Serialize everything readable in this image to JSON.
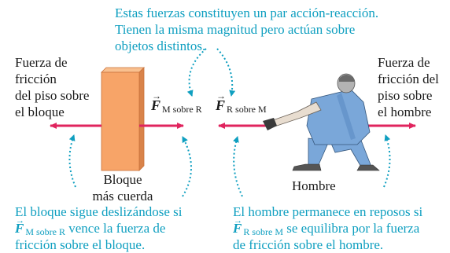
{
  "top_note": {
    "line1": "Estas fuerzas constituyen un par acción-reacción.",
    "line2": "Tienen la misma magnitud pero actúan sobre",
    "line3": "objetos distintos."
  },
  "left_friction": {
    "line1": "Fuerza de",
    "line2": "fricción",
    "line3": "del piso sobre",
    "line4": "el bloque"
  },
  "right_friction": {
    "line1": "Fuerza de",
    "line2": "fricción del",
    "line3": "piso sobre",
    "line4": "el hombre"
  },
  "block_label": {
    "line1": "Bloque",
    "line2": "más cuerda"
  },
  "man_label": "Hombre",
  "vectors": {
    "symbol": "F",
    "arrow": "→",
    "m_on_r_sub": "M sobre R",
    "r_on_m_sub": "R sobre M"
  },
  "bottom_left": {
    "line1": "El bloque sigue deslizándose si",
    "line2_rest": "vence la fuerza de",
    "line3": "fricción sobre el bloque."
  },
  "bottom_right": {
    "line1": "El hombre permanece en reposos si",
    "line2_rest": "se equilibra por la fuerza",
    "line3": "de fricción sobre el hombre."
  },
  "colors": {
    "annotation": "#0f9fc0",
    "force_arrow": "#e0245e",
    "block": "#f7a468",
    "clothes": "#7aa7d9"
  }
}
